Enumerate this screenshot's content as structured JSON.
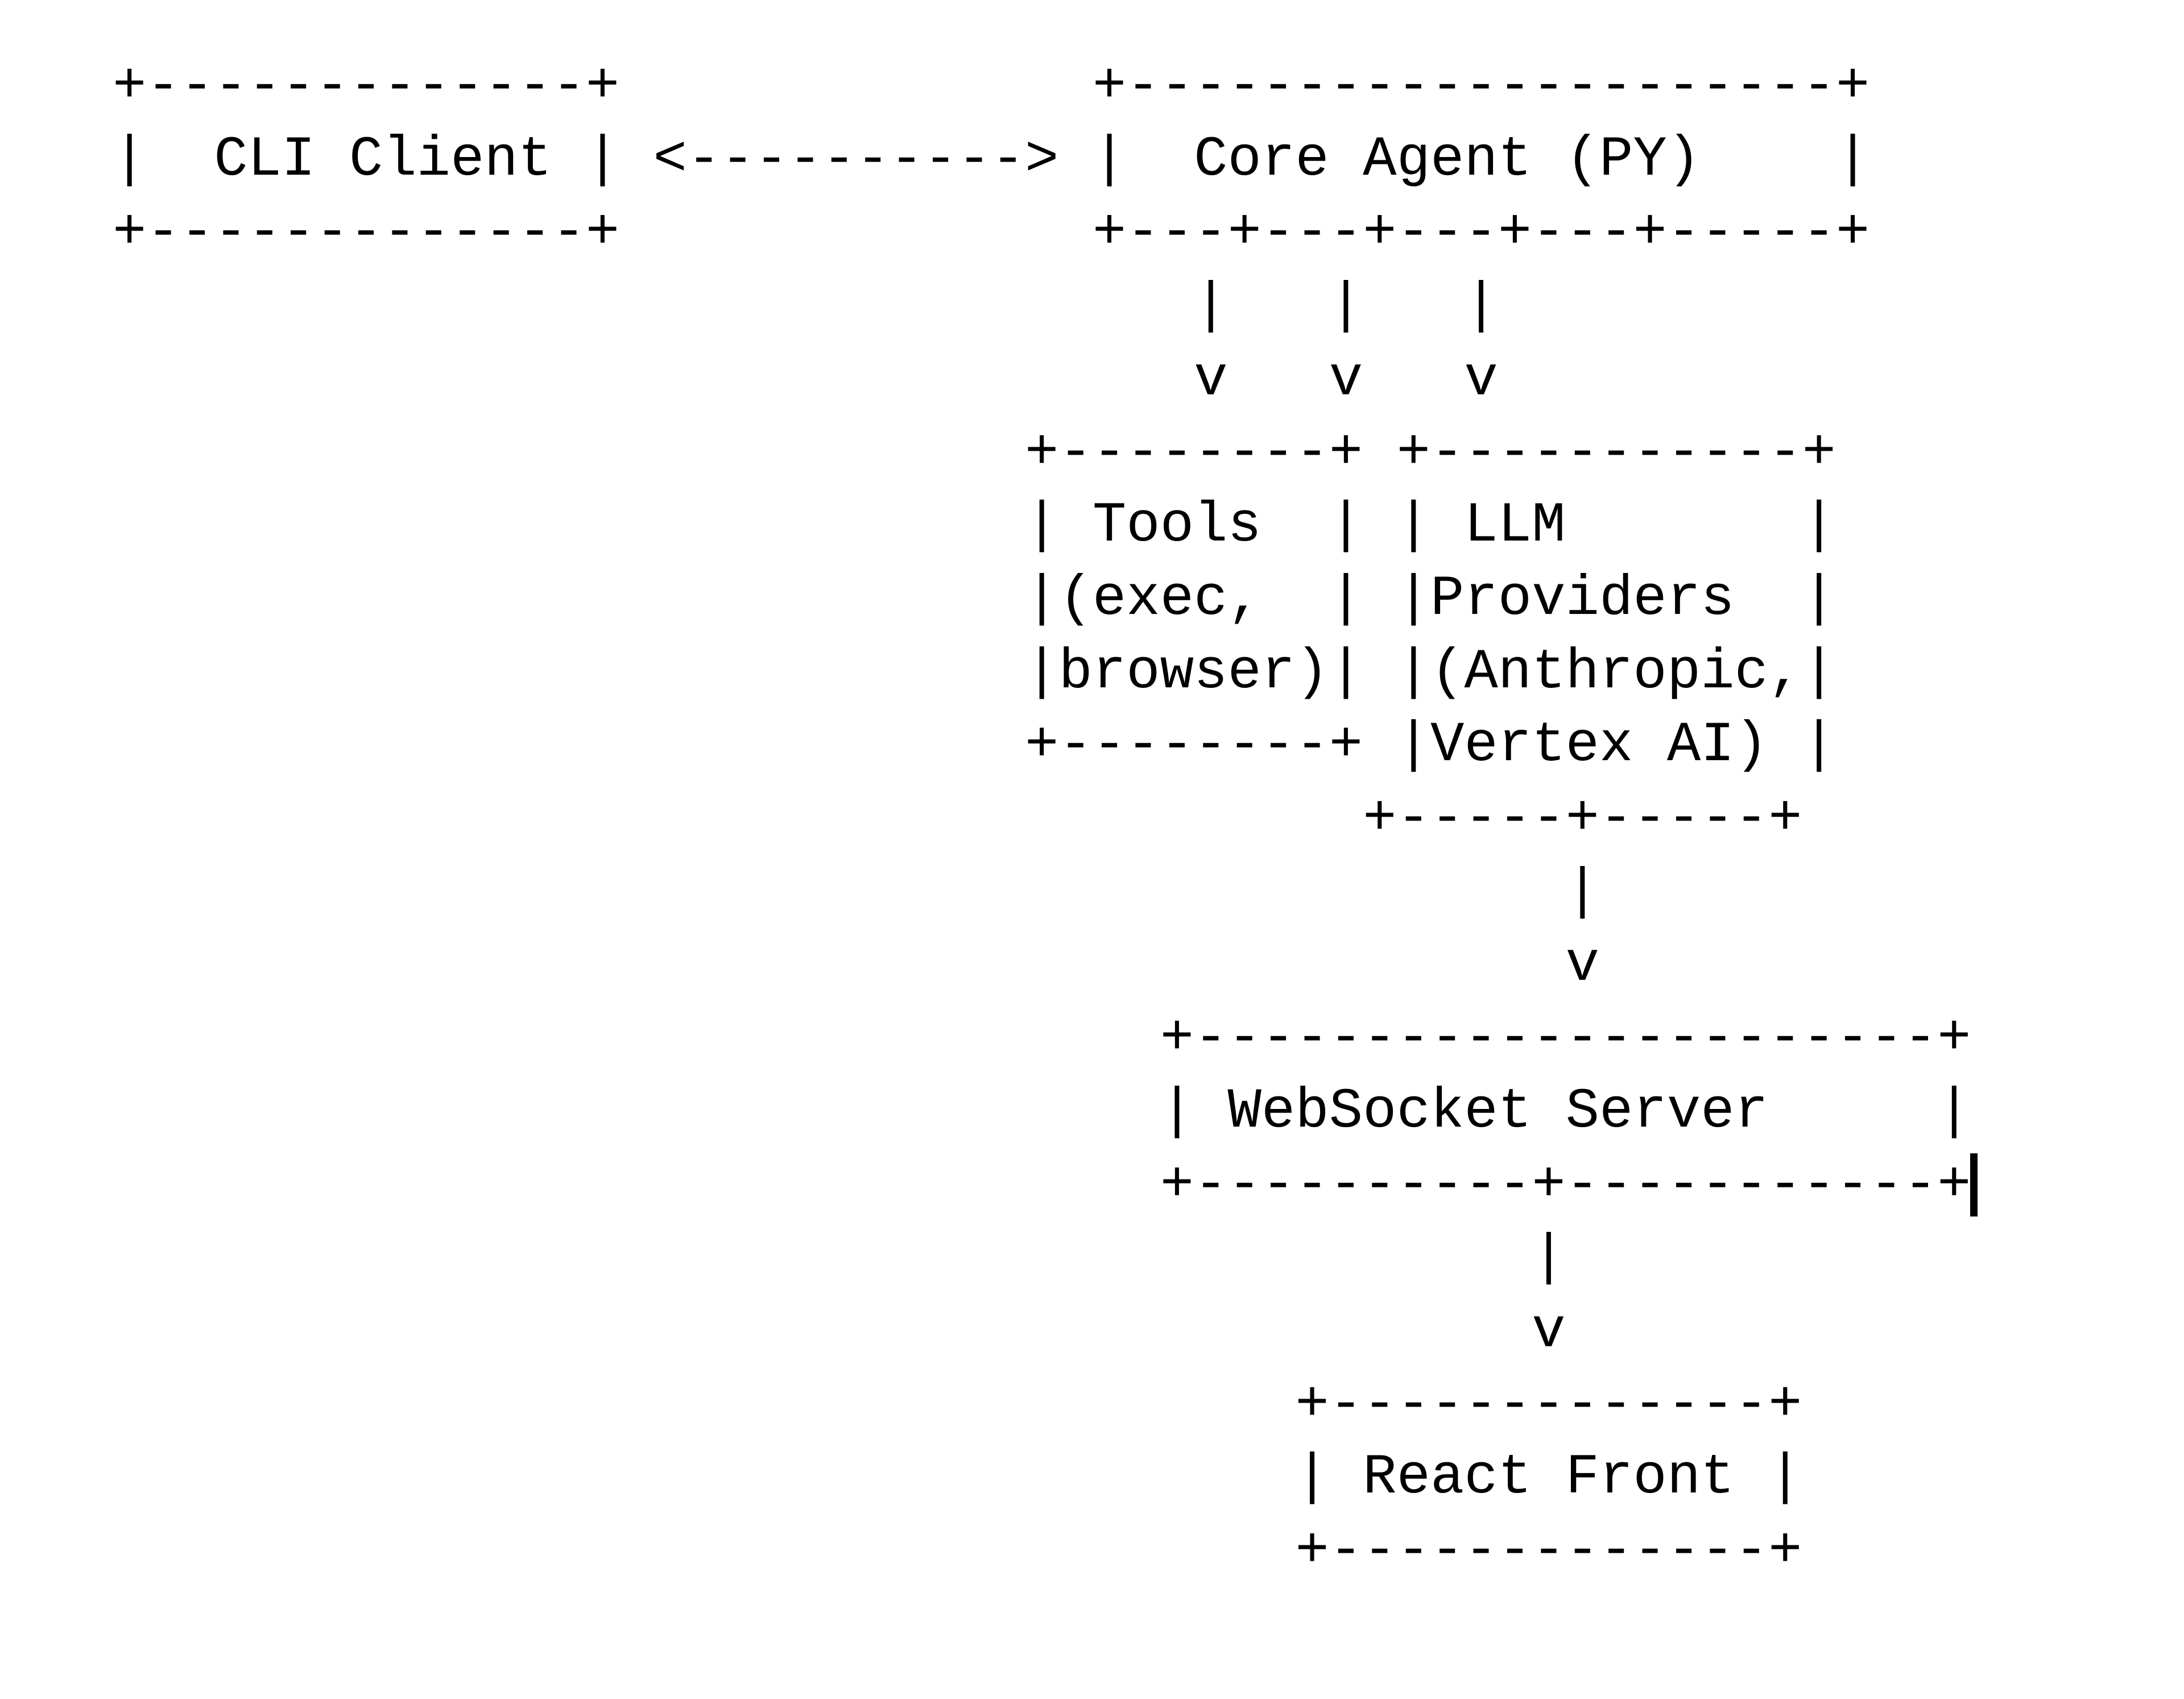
{
  "colors": {
    "background": "#ffffff",
    "ink": "#000000",
    "caret": "#000000"
  },
  "ascii": {
    "lines": [
      "+-------------+              +---------------------+",
      "|  CLI Client | <----------> |  Core Agent (PY)    |",
      "+-------------+              +---+---+---+---+-----+",
      "                                |   |   |",
      "                                v   v   v",
      "                           +--------+ +-----------+",
      "                           | Tools  | | LLM       |",
      "                           |(exec,  | |Providers  |",
      "                           |browser)| |(Anthropic,|",
      "                           +--------+ |Vertex AI) |",
      "                                     +-----+-----+",
      "                                           |",
      "                                           v",
      "                               +----------------------+",
      "                               | WebSocket Server     |",
      "                               +----------+-----------+",
      "                                          |",
      "                                          v",
      "                                   +-------------+",
      "                                   | React Front |",
      "                                   +-------------+"
    ]
  },
  "nodes": {
    "cli_client": "CLI Client",
    "core_agent": "Core Agent (PY)",
    "tools": "Tools (exec, browser)",
    "llm_providers": "LLM Providers (Anthropic, Vertex AI)",
    "websocket_server": "WebSocket Server",
    "react_front": "React Front"
  },
  "connections": {
    "cli_core": "CLI Client <----------> Core Agent (PY)",
    "core_tools": "Core Agent (PY) v Tools",
    "core_llm": "Core Agent (PY) v LLM Providers",
    "llm_websocket": "LLM Providers v WebSocket Server",
    "websocket_react": "WebSocket Server v React Front"
  },
  "caret": {
    "visible": true,
    "row": 16,
    "col": 55
  }
}
